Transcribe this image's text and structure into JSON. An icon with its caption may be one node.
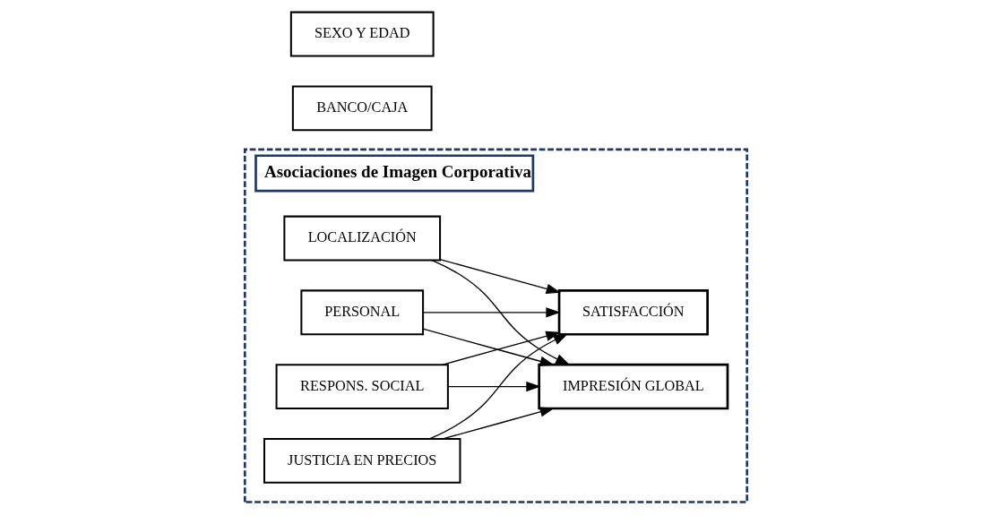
{
  "diagram": {
    "nodes": [
      {
        "text": [
          "Asociaciones de Imagen Corporativa"
        ]
      },
      {
        "text": [
          "LOCALIZACIÓN"
        ],
        "in": 0
      },
      {
        "text": [
          "PERSONAL"
        ],
        "in": 0
      },
      {
        "text": [
          "RESPONS. SOCIAL"
        ],
        "in": 0
      },
      {
        "text": [
          "JUSTICIA EN PRECIOS"
        ],
        "in": 0
      },
      {
        "text": [
          "IMPRESIÓN GLOBAL"
        ],
        "in": 0
      },
      {
        "text": [
          "SATISFACCIÓN"
        ],
        "in": 0
      },
      {
        "text": [
          "BANCO/CAJA"
        ]
      },
      {
        "text": [
          "SEXO Y EDAD"
        ]
      }
    ],
    "edges": [
      {
        "from": 1,
        "to": 5,
        "arrow": "to"
      },
      {
        "from": 1,
        "to": 6,
        "arrow": "to"
      },
      {
        "from": 2,
        "to": 5,
        "arrow": "to"
      },
      {
        "from": 2,
        "to": 6,
        "arrow": "to"
      },
      {
        "from": 3,
        "to": 5,
        "arrow": "to"
      },
      {
        "from": 3,
        "to": 6,
        "arrow": "to"
      },
      {
        "from": 4,
        "to": 5,
        "arrow": "to"
      },
      {
        "from": 4,
        "to": 6,
        "arrow": "to"
      }
    ]
  }
}
